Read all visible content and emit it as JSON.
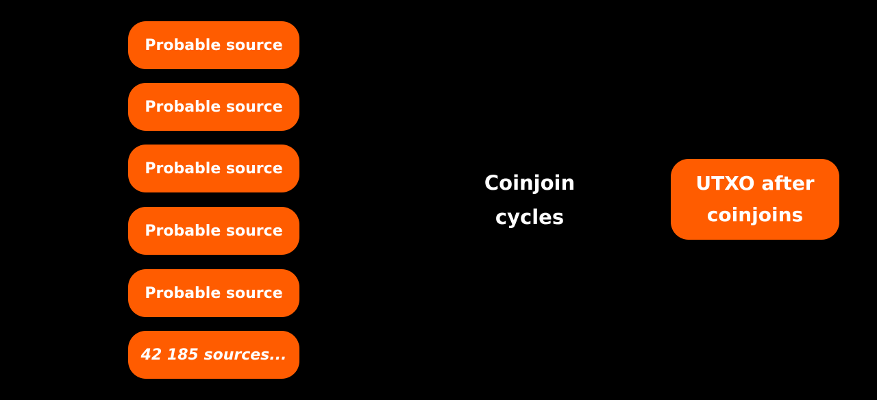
{
  "diagram": {
    "sources": [
      {
        "label": "Probable source",
        "italic": false
      },
      {
        "label": "Probable source",
        "italic": false
      },
      {
        "label": "Probable source",
        "italic": false
      },
      {
        "label": "Probable source",
        "italic": false
      },
      {
        "label": "Probable source",
        "italic": false
      },
      {
        "label": "42 185 sources...",
        "italic": true
      }
    ],
    "center": {
      "line1": "Coinjoin",
      "line2": "cycles"
    },
    "result": {
      "line1": "UTXO after",
      "line2": "coinjoins"
    }
  },
  "colors": {
    "background": "#000000",
    "node": "#ff5c00",
    "text": "#ffffff"
  }
}
